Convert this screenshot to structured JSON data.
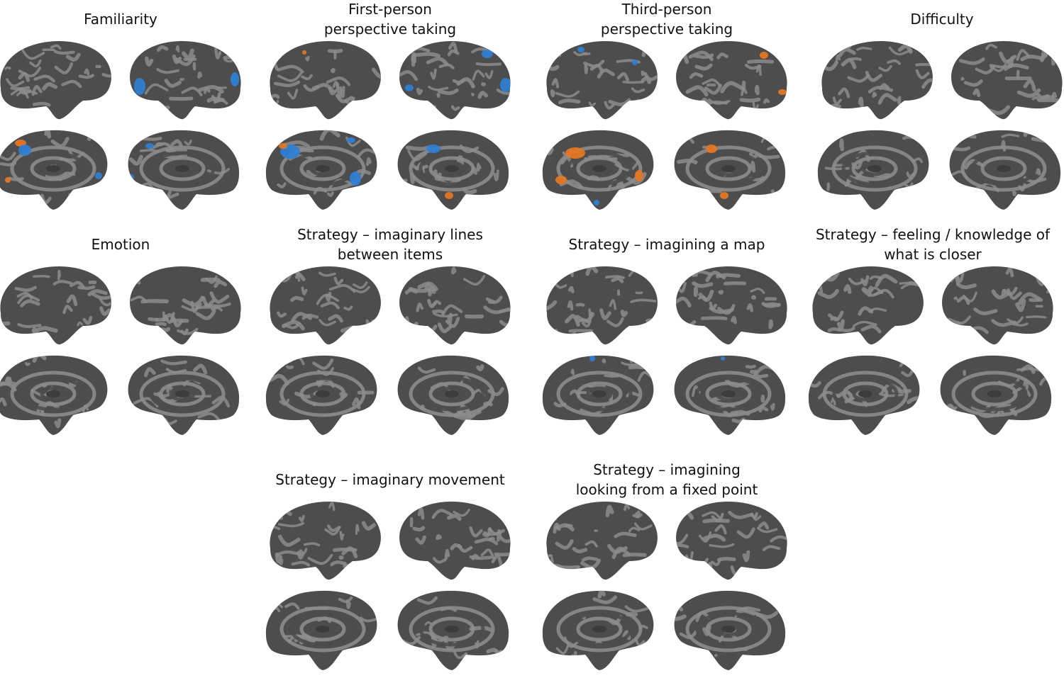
{
  "panels": [
    {
      "title": "Familiarity",
      "blobs": "familiarity"
    },
    {
      "title": "First-person\nperspective taking",
      "blobs": "first"
    },
    {
      "title": "Third-person\nperspective taking",
      "blobs": "third"
    },
    {
      "title": "Difficulty",
      "blobs": "none"
    },
    {
      "title": "Emotion",
      "blobs": "none"
    },
    {
      "title": "Strategy – imaginary lines\nbetween items",
      "blobs": "none"
    },
    {
      "title": "Strategy – imagining a map",
      "blobs": "map"
    },
    {
      "title": "Strategy – feeling / knowledge of\nwhat is closer",
      "blobs": "none"
    },
    {
      "title": "Strategy – imaginary movement",
      "blobs": "none"
    },
    {
      "title": "Strategy – imagining\nlooking from a fixed point",
      "blobs": "none"
    }
  ],
  "colors": {
    "cortex_dark": "#4d4d4d",
    "cortex_light": "#8c8c8c",
    "positive": "#e87722",
    "negative": "#2f7fd6"
  }
}
